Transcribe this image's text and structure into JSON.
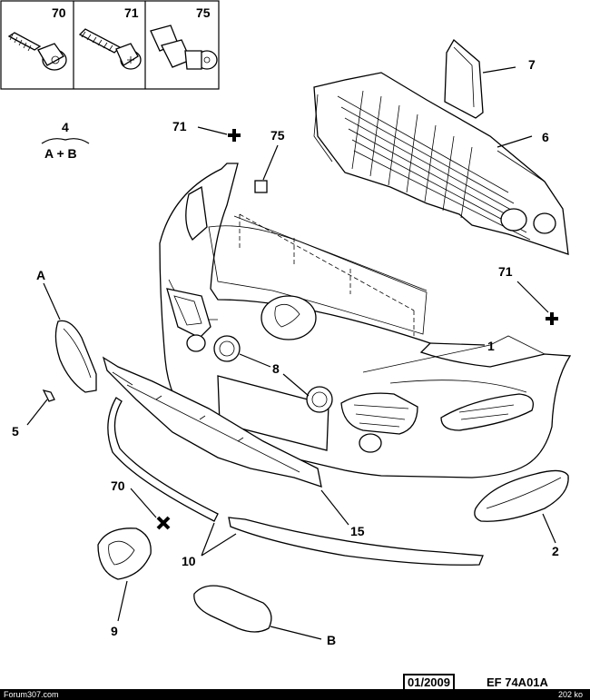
{
  "legend_boxes": [
    {
      "number": "70"
    },
    {
      "number": "71"
    },
    {
      "number": "75"
    }
  ],
  "group_label": {
    "number": "4",
    "formula": "A + B"
  },
  "callouts": {
    "c71_top": "71",
    "c75": "75",
    "c7": "7",
    "c6": "6",
    "cA": "A",
    "c71_right": "71",
    "c1": "1",
    "c8": "8",
    "c5": "5",
    "c70": "70",
    "c15": "15",
    "c2": "2",
    "c10": "10",
    "c9": "9",
    "cB": "B"
  },
  "footer": {
    "date": "01/2009",
    "reference": "EF 74A01A",
    "watermark": "Forum307.com",
    "filesize": "202 ko"
  }
}
